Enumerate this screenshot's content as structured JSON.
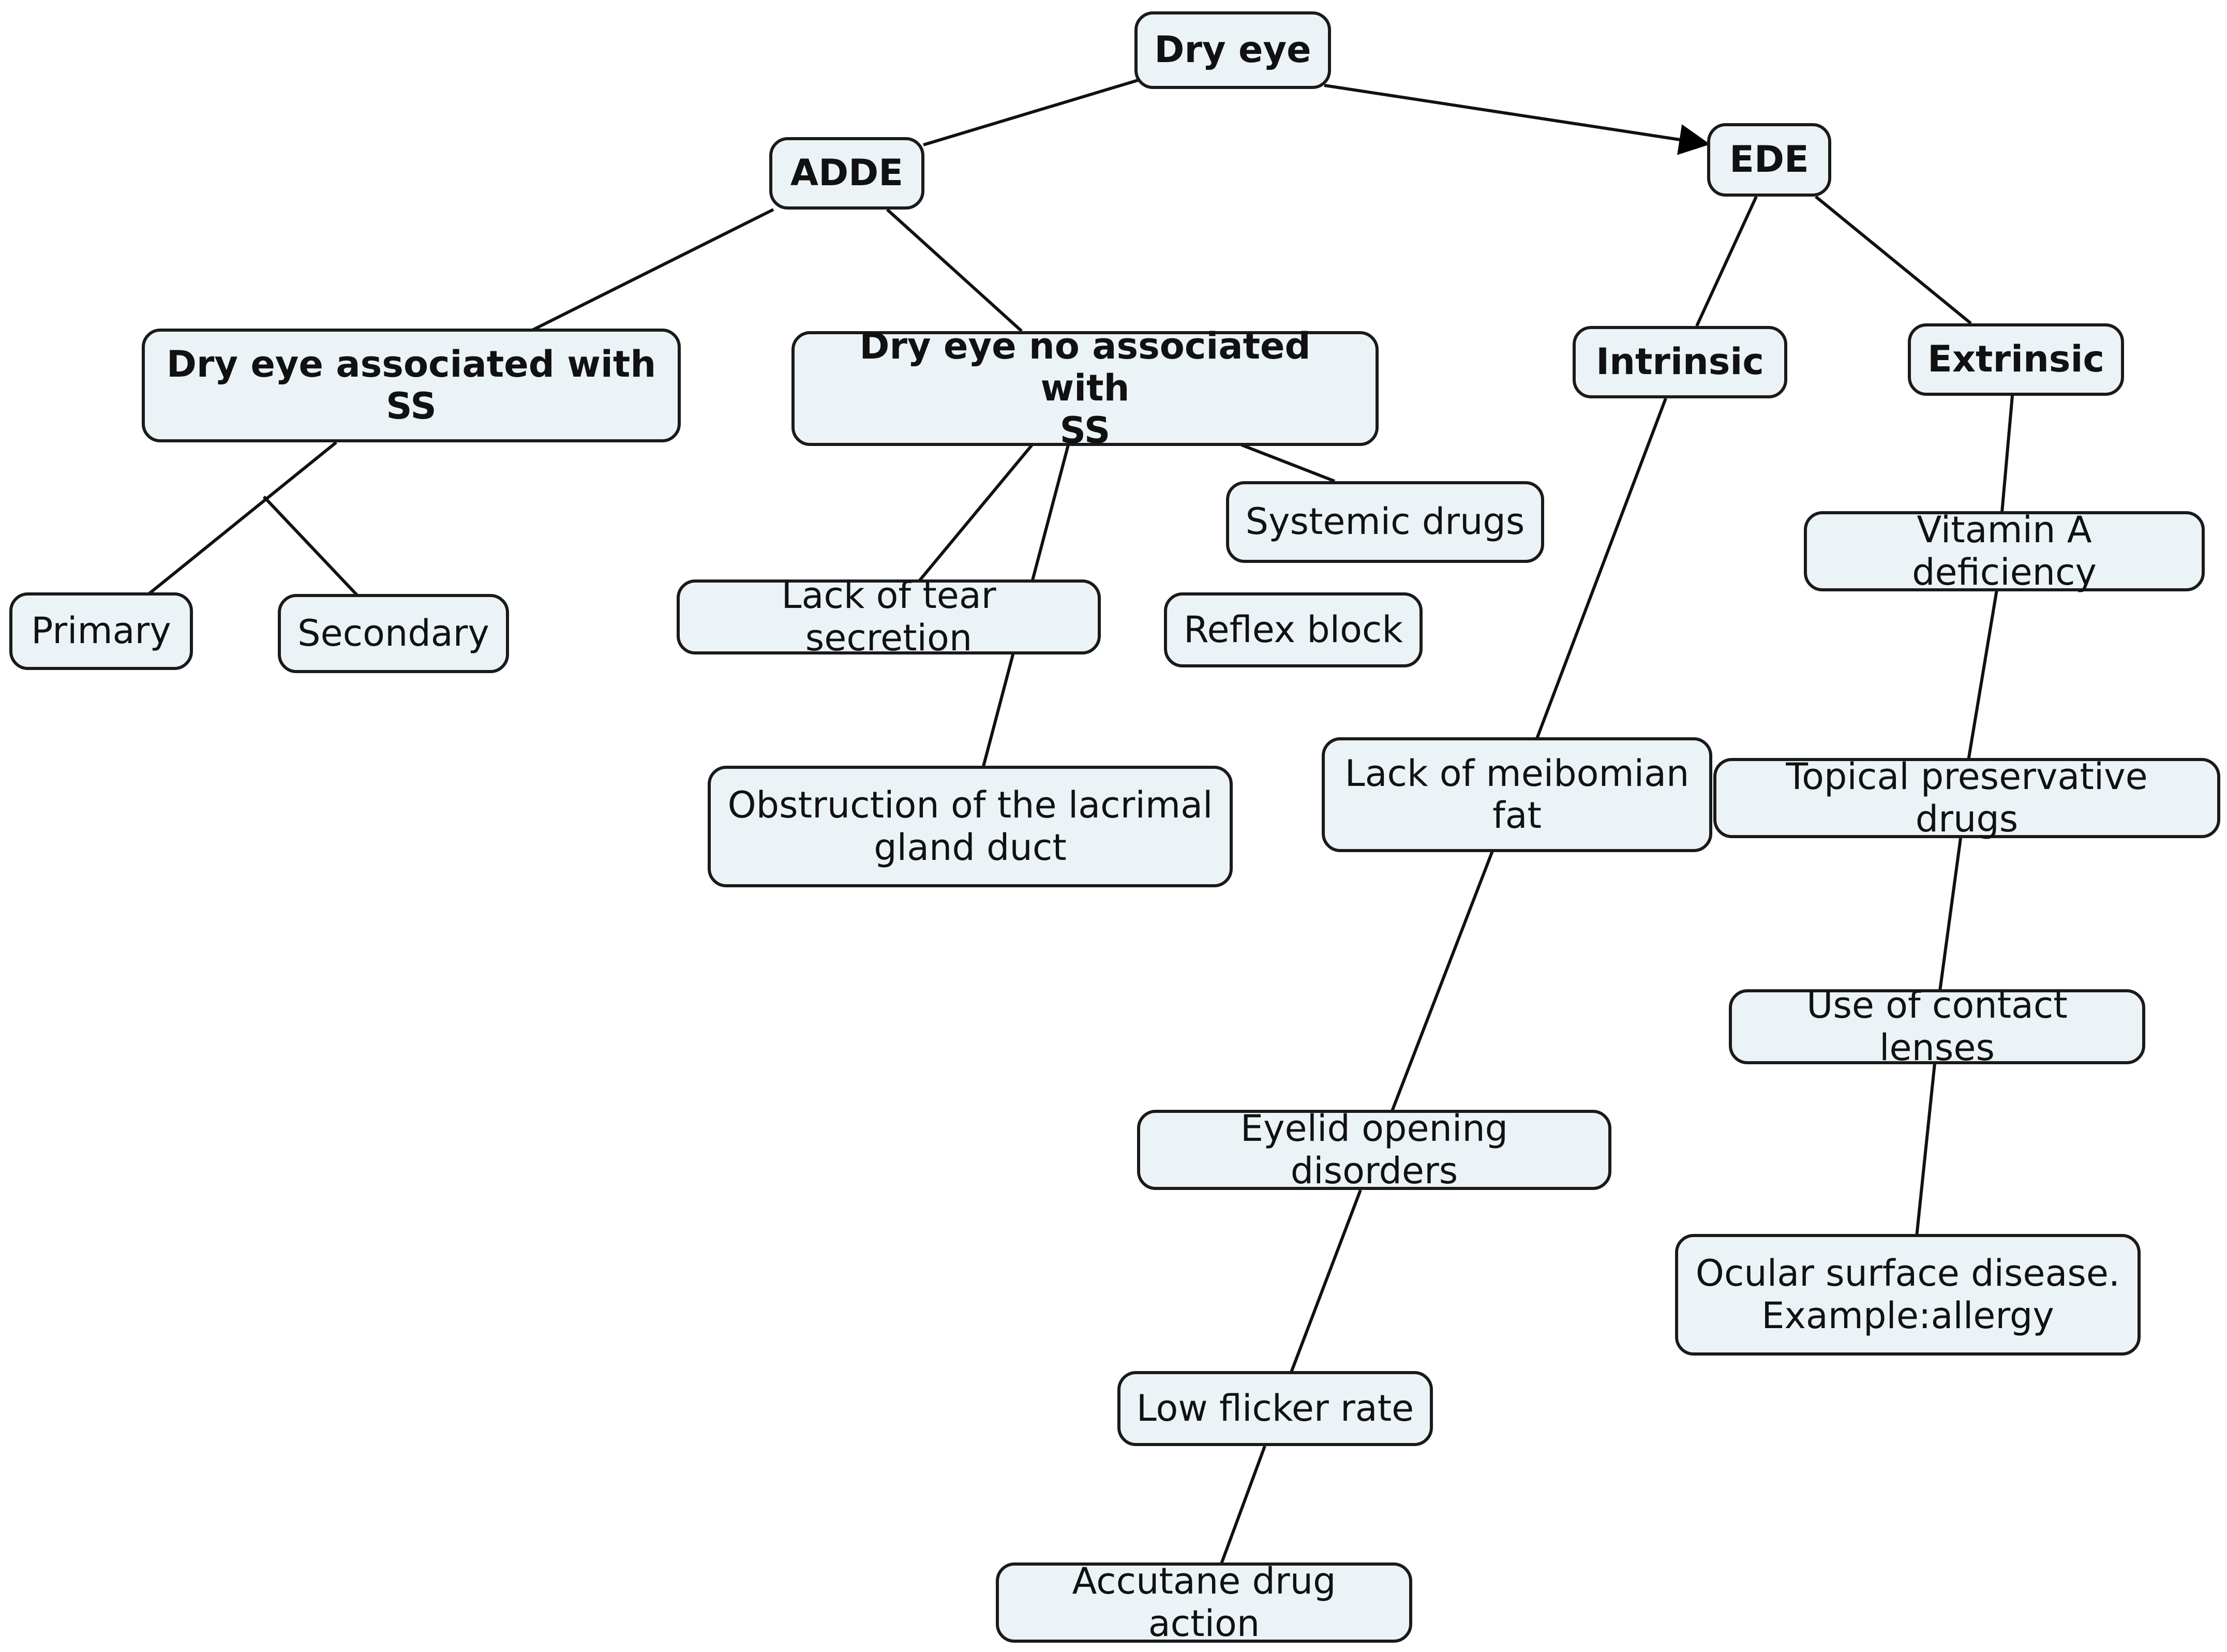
{
  "diagram": {
    "nodes": {
      "dry_eye": "Dry eye",
      "adde": "ADDE",
      "ede": "EDE",
      "dry_eye_ss": "Dry eye associated with\nSS",
      "dry_eye_no_ss": "Dry eye no associated with\nSS",
      "intrinsic": "Intrinsic",
      "extrinsic": "Extrinsic",
      "primary": "Primary",
      "secondary": "Secondary",
      "lack_tear": "Lack of tear secretion",
      "obstruction": "Obstruction of the lacrimal\ngland duct",
      "systemic_drugs": "Systemic drugs",
      "reflex_block": "Reflex block",
      "meibomian": "Lack of meibomian\nfat",
      "eyelid": "Eyelid opening disorders",
      "low_flicker": "Low flicker rate",
      "accutane": "Accutane drug action",
      "vitamin_a": "Vitamin A deficiency",
      "topical": "Topical preservative drugs",
      "contact_lenses": "Use of contact lenses",
      "ocular_surface": "Ocular surface disease.\nExample:allergy"
    }
  }
}
